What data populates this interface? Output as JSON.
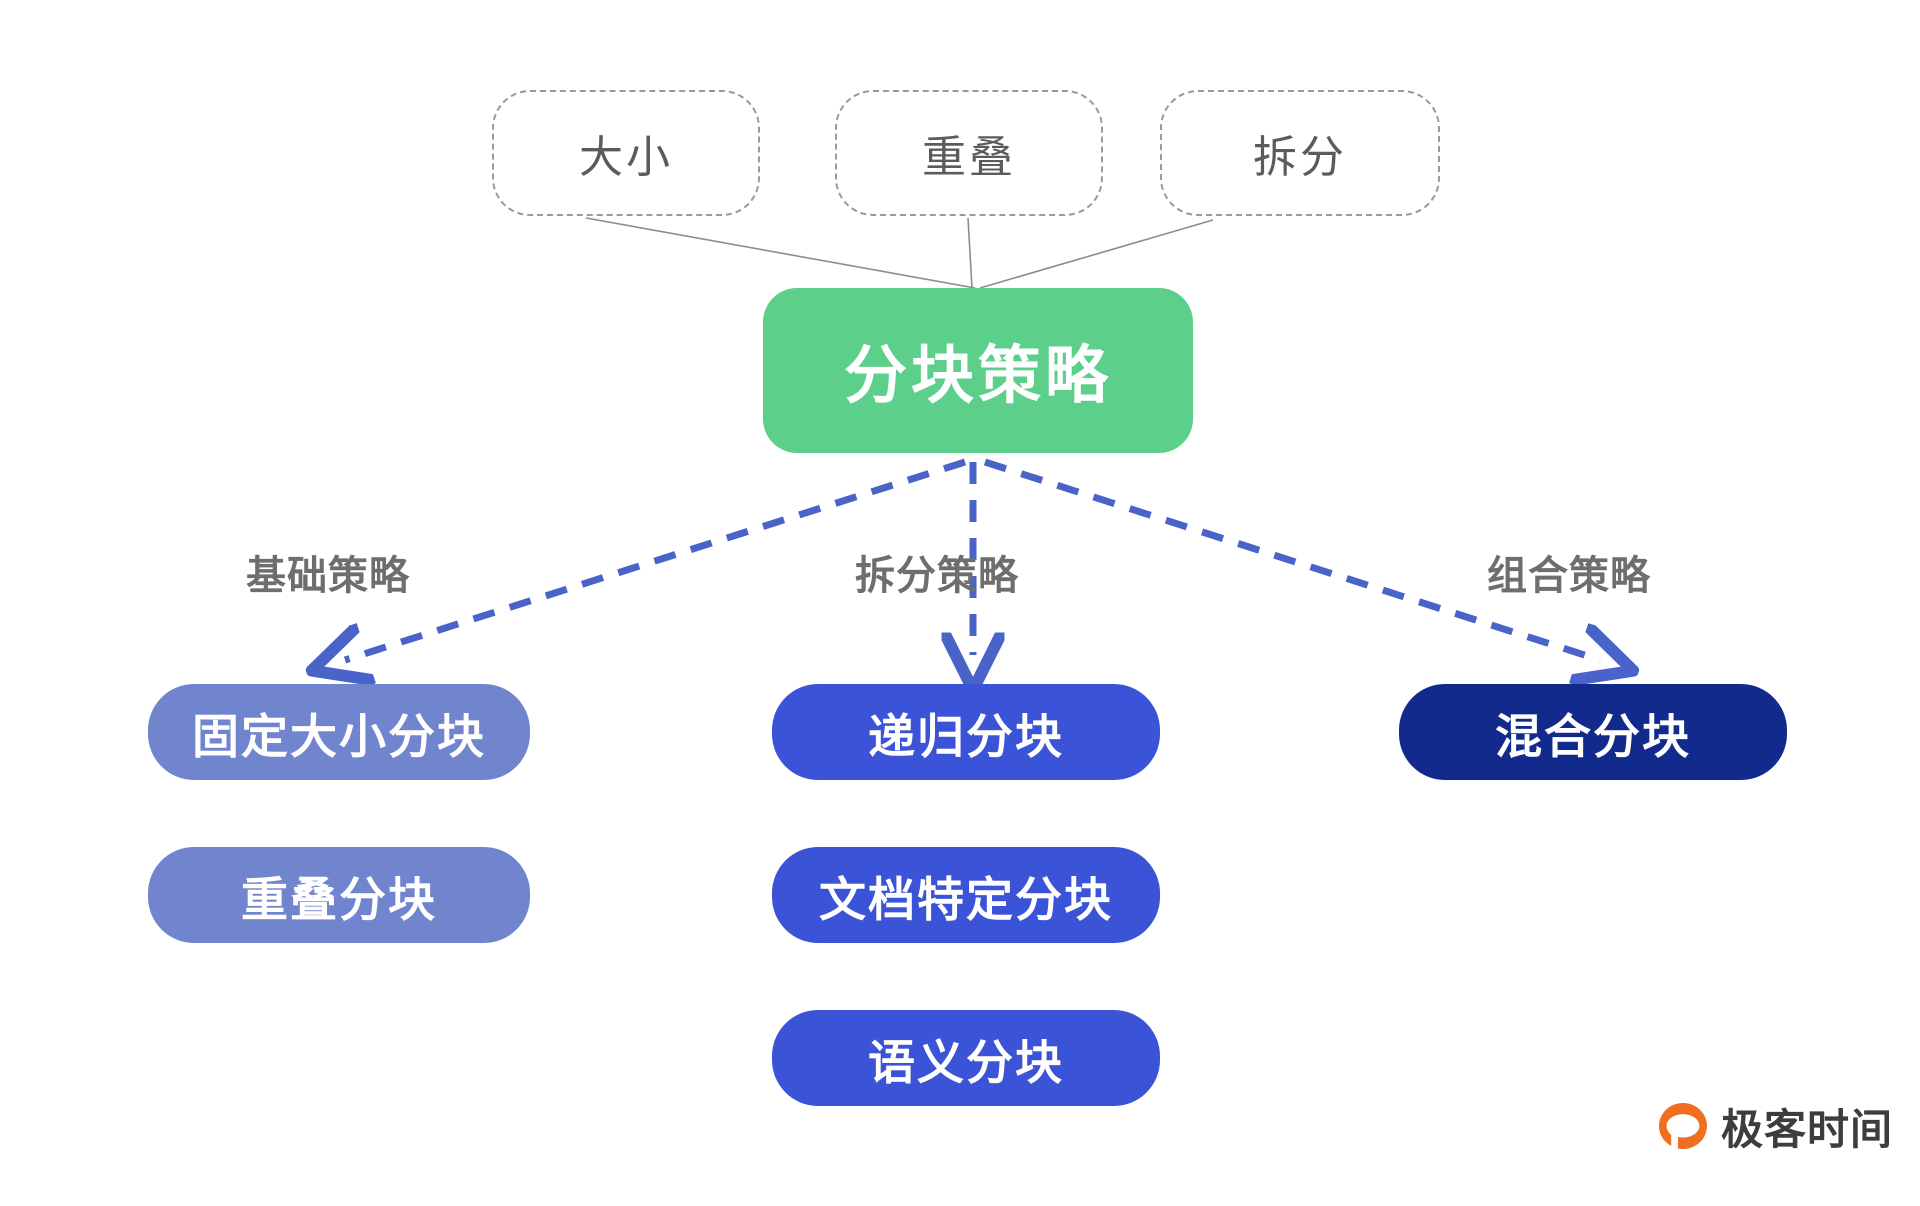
{
  "diagram": {
    "title": "分块策略",
    "colors": {
      "root": "#5CCF8A",
      "basic": "#7185CE",
      "split": "#3B53D6",
      "hybrid": "#122A8C",
      "arrow": "#4A63C8",
      "chip_border": "#9A9A9A",
      "label_text": "#6E6E6E",
      "logo_orange": "#F06E22"
    },
    "attributes": [
      {
        "label": "大小"
      },
      {
        "label": "重叠"
      },
      {
        "label": "拆分"
      }
    ],
    "root": {
      "label": "分块策略"
    },
    "branches": [
      {
        "label": "基础策略"
      },
      {
        "label": "拆分策略"
      },
      {
        "label": "组合策略"
      }
    ],
    "columns": {
      "basic": [
        {
          "label": "固定大小分块"
        },
        {
          "label": "重叠分块"
        }
      ],
      "split": [
        {
          "label": "递归分块"
        },
        {
          "label": "文档特定分块"
        },
        {
          "label": "语义分块"
        }
      ],
      "hybrid": [
        {
          "label": "混合分块"
        }
      ]
    }
  },
  "logo": {
    "text": "极客时间",
    "mark": "geekbang-circle-icon"
  }
}
